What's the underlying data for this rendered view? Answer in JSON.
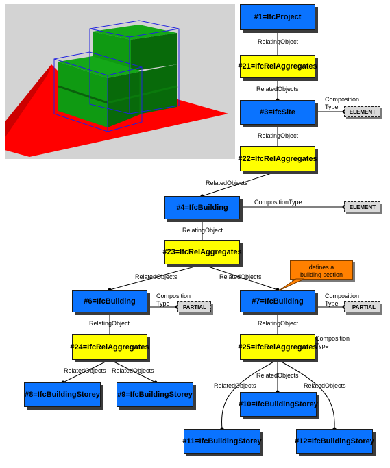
{
  "nodes": {
    "n1": "#1=IfcProject",
    "n21": "#21=IfcRelAggregates",
    "n3": "#3=IfcSite",
    "n22": "#22=IfcRelAggregates",
    "n4": "#4=IfcBuilding",
    "n23": "#23=IfcRelAggregates",
    "n6": "#6=IfcBuilding",
    "n7": "#7=IfcBuilding",
    "n24": "#24=IfcRelAggregates",
    "n25": "#25=IfcRelAggregates",
    "n8": "#8=IfcBuildingStorey",
    "n9": "#9=IfcBuildingStorey",
    "n10": "#10=IfcBuildingStorey",
    "n11": "#11=IfcBuildingStorey",
    "n12": "#12=IfcBuildingStorey"
  },
  "labels": {
    "relating_object": "RelatingObject",
    "related_objects": "RelatedObjects",
    "composition": "Composition",
    "type": "Type",
    "composition_type": "CompositionType"
  },
  "tags": {
    "element": "ELEMENT",
    "partial": "PARTIAL"
  },
  "callout": {
    "line1": "defines a",
    "line2": "building section"
  },
  "colors": {
    "entity": "#0a73ff",
    "relationship": "#ffff00",
    "callout": "#ff8000",
    "render_background": "#d3d3d3",
    "terrain": "#ff0000",
    "building": "#0e8a10",
    "bounding_box": "#2020e0"
  }
}
